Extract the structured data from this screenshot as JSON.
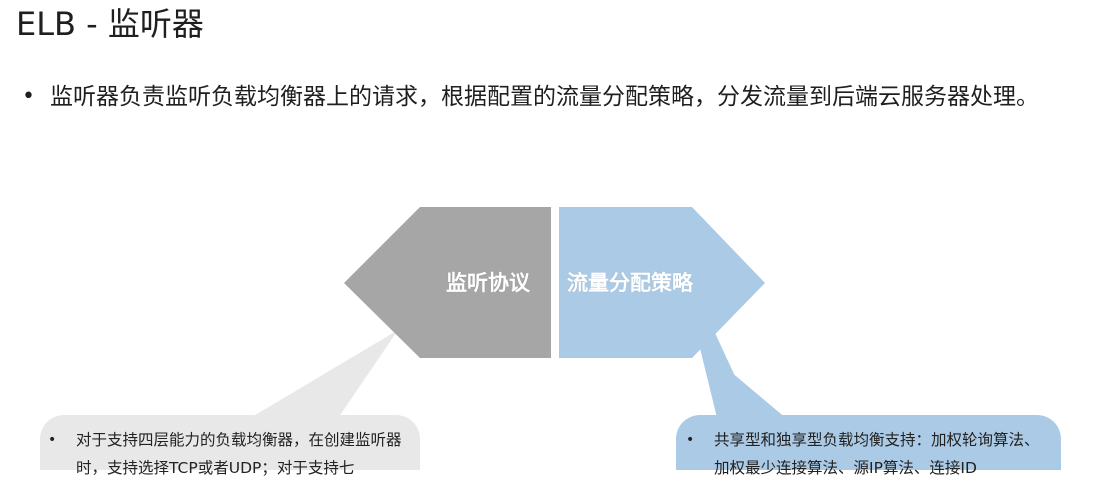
{
  "slide": {
    "title": "ELB - 监听器",
    "bullet": "•",
    "intro_text": "监听器负责监听负载均衡器上的请求，根据配置的流量分配策略，分发流量到后端云服务器处理。"
  },
  "diagram": {
    "left_shape": {
      "label": "监听协议",
      "color": "#a5a6a5"
    },
    "right_shape": {
      "label": "流量分配策略",
      "color": "#abcae5"
    },
    "left_callout": {
      "color": "#e8e8e8",
      "bullet": "•",
      "text": "对于支持四层能力的负载均衡器，在创建监听器时，支持选择TCP或者UDP；对于支持七"
    },
    "right_callout": {
      "color": "#abcae5",
      "bullet": "•",
      "text": "共享型和独享型负载均衡支持：加权轮询算法、加权最少连接算法、源IP算法、连接ID"
    }
  }
}
